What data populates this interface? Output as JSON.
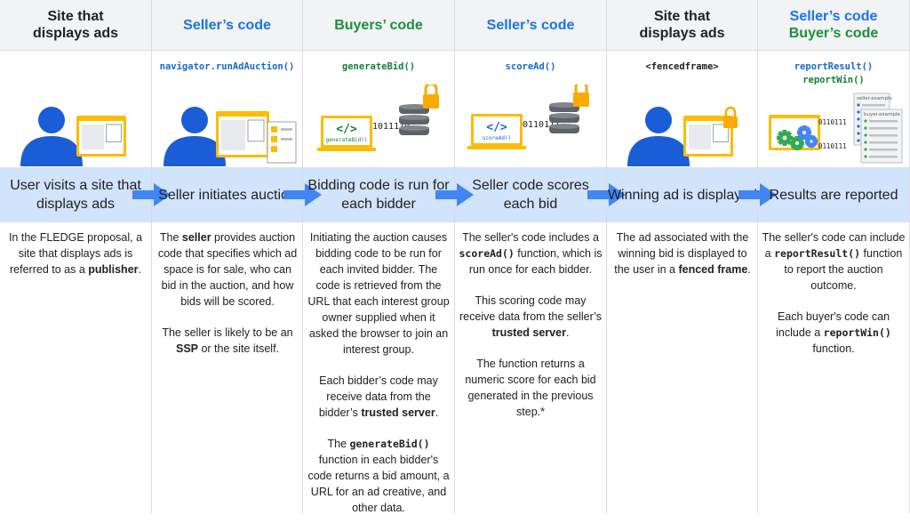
{
  "colors": {
    "blue": "#1a73e8",
    "green": "#1e8e3e",
    "band": "#d2e3fc",
    "arrow": "#4285f4"
  },
  "columns": [
    {
      "header": [
        {
          "text": "Site that",
          "color": "black"
        },
        {
          "text": "displays ads",
          "color": "black"
        }
      ],
      "functions": [],
      "step": "User visits a site that displays ads",
      "desc": [
        [
          {
            "t": "In the FLEDGE proposal, a site that displays ads is referred to as a "
          },
          {
            "t": "publisher",
            "b": true
          },
          {
            "t": "."
          }
        ]
      ]
    },
    {
      "header": [
        {
          "text": "Seller’s code",
          "color": "blue"
        }
      ],
      "functions": [
        {
          "text": "navigator.runAdAuction()",
          "color": "blue"
        }
      ],
      "step": "Seller initiates auction",
      "desc": [
        [
          {
            "t": "The "
          },
          {
            "t": "seller",
            "b": true
          },
          {
            "t": " provides auction code that specifies which ad space is for sale, who can bid in the auction, and how bids will be scored."
          }
        ],
        [
          {
            "t": "The seller is likely to be an "
          },
          {
            "t": "SSP",
            "b": true
          },
          {
            "t": " or the site itself."
          }
        ]
      ]
    },
    {
      "header": [
        {
          "text": "Buyers’ code",
          "color": "green"
        }
      ],
      "functions": [
        {
          "text": "generateBid()",
          "color": "green"
        }
      ],
      "step": "Bidding code is run for each bidder",
      "art": {
        "code_label": "generateBid()",
        "binary": "1011110"
      },
      "desc": [
        [
          {
            "t": "Initiating the auction causes bidding code to be run for each invited bidder. The code is retrieved from the URL that each interest group owner supplied when it asked the browser to join an interest group."
          }
        ],
        [
          {
            "t": "Each bidder’s code may receive data from the bidder’s "
          },
          {
            "t": "trusted server",
            "b": true
          },
          {
            "t": "."
          }
        ],
        [
          {
            "t": "The "
          },
          {
            "t": "generateBid()",
            "c": true
          },
          {
            "t": " function in each bidder's code returns a bid amount, a URL for an ad creative, and other data."
          }
        ]
      ]
    },
    {
      "header": [
        {
          "text": "Seller’s code",
          "color": "blue"
        }
      ],
      "functions": [
        {
          "text": "scoreAd()",
          "color": "blue"
        }
      ],
      "step": "Seller code scores each bid",
      "art": {
        "code_label": "scoreAd()",
        "binary": "0110111"
      },
      "desc": [
        [
          {
            "t": "The seller's code includes a "
          },
          {
            "t": "scoreAd()",
            "c": true
          },
          {
            "t": " function, which is run once for each bidder."
          }
        ],
        [
          {
            "t": "This scoring code may receive data from the seller’s "
          },
          {
            "t": "trusted server",
            "b": true
          },
          {
            "t": "."
          }
        ],
        [
          {
            "t": "The function returns a numeric score for each bid generated in the previous step.*"
          }
        ]
      ]
    },
    {
      "header": [
        {
          "text": "Site that",
          "color": "black"
        },
        {
          "text": "displays ads",
          "color": "black"
        }
      ],
      "functions": [
        {
          "text": "<fencedframe>",
          "color": "black"
        }
      ],
      "step": "Winning ad is displayed",
      "desc": [
        [
          {
            "t": "The ad associated with the winning bid is displayed to the user in a "
          },
          {
            "t": "fenced frame",
            "b": true
          },
          {
            "t": "."
          }
        ]
      ]
    },
    {
      "header": [
        {
          "text": "Seller’s code",
          "color": "blue"
        },
        {
          "text": "Buyer’s code",
          "color": "green"
        }
      ],
      "functions": [
        {
          "text": "reportResult()",
          "color": "blue"
        },
        {
          "text": "reportWin()",
          "color": "green"
        }
      ],
      "step": "Results are reported",
      "art": {
        "seller_label": "seller.example",
        "buyer_label": "buyer.example",
        "binary_a": "0110111",
        "binary_b": "0110111"
      },
      "desc": [
        [
          {
            "t": "The seller's code can include a "
          },
          {
            "t": "reportResult()",
            "c": true
          },
          {
            "t": " function to report the auction outcome."
          }
        ],
        [
          {
            "t": "Each buyer's code can include a "
          },
          {
            "t": "reportWin()",
            "c": true
          },
          {
            "t": " function."
          }
        ]
      ]
    }
  ]
}
